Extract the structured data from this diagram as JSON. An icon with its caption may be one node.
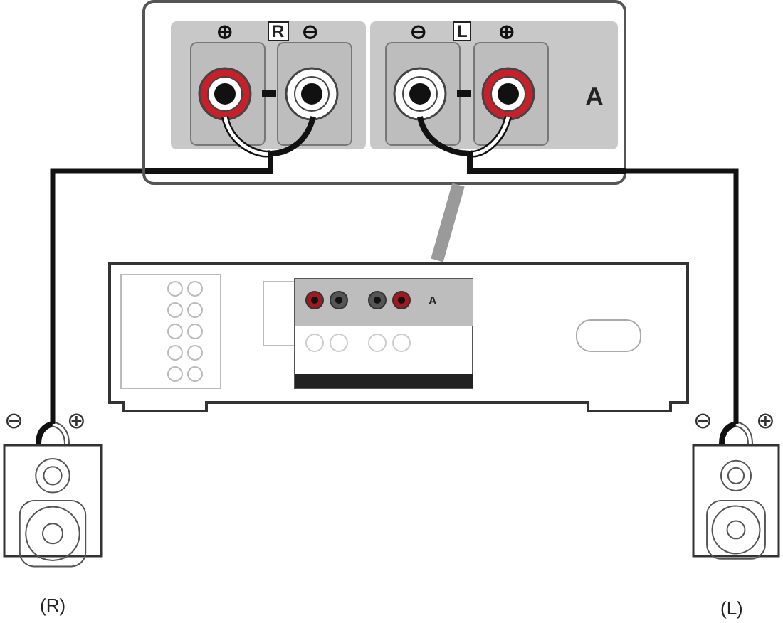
{
  "diagram": {
    "nodes": [
      {
        "text": [
          "A"
        ]
      },
      {
        "text": [
          "A"
        ]
      },
      {
        "text": [
          "(R)"
        ]
      },
      {
        "text": [
          "(L)"
        ]
      }
    ],
    "edges": [
      {
        "from": 0,
        "to": 2,
        "arrow": "none"
      },
      {
        "from": 0,
        "to": 3,
        "arrow": "none"
      },
      {
        "from": 1,
        "to": 0,
        "arrow": "none",
        "style": "thick",
        "color": "#9a9a9a"
      }
    ],
    "labels": [
      "⊕",
      "R",
      "⊖",
      "⊖",
      "L",
      "⊕",
      "⊖",
      "⊕",
      "⊖",
      "⊕"
    ]
  }
}
